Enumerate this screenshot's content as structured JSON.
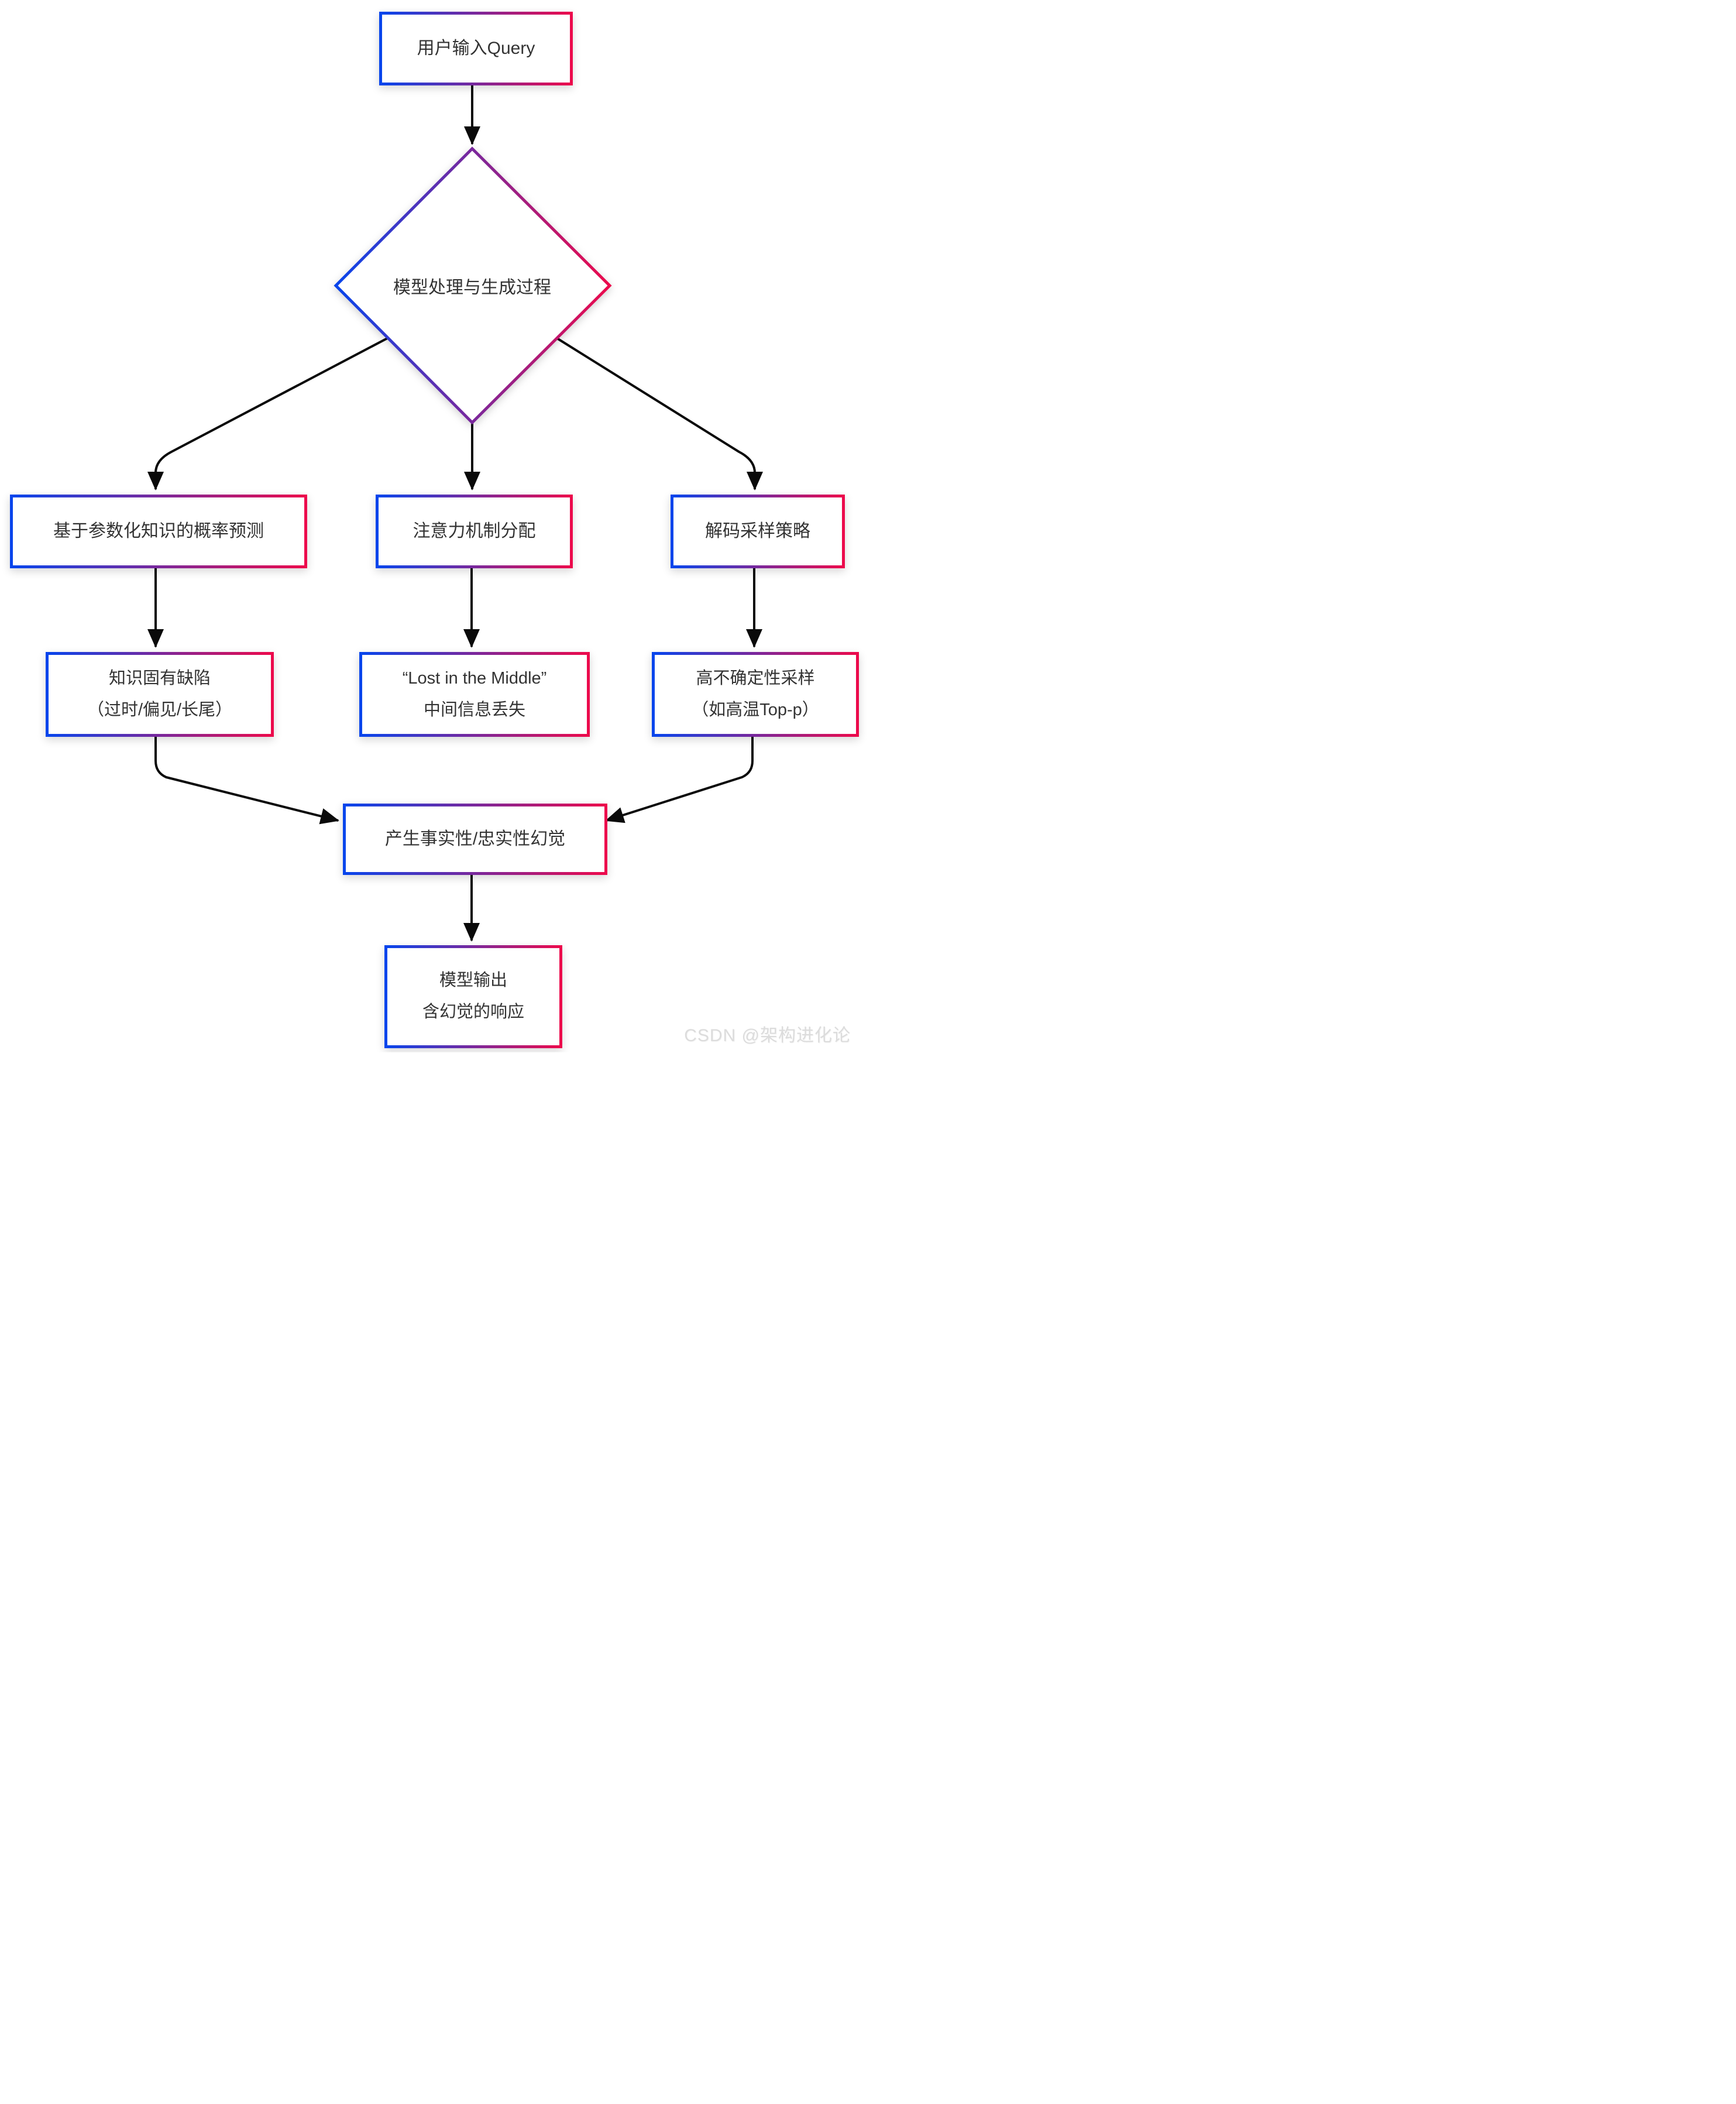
{
  "palette": {
    "gradient_start": "#0845EC",
    "gradient_end": "#EC0A4C",
    "arrow": "#0A0A0A",
    "text": "#333333",
    "node_fill": "#FFFFFF",
    "background": "#FFFFFF",
    "watermark": "#DCDCDC"
  },
  "nodes": {
    "start": {
      "label": "用户输入Query"
    },
    "decision": {
      "label": "模型处理与生成过程"
    },
    "prob": {
      "label": "基于参数化知识的概率预测"
    },
    "attention": {
      "label": "注意力机制分配"
    },
    "decoding": {
      "label": "解码采样策略"
    },
    "knowledge_defect": {
      "line1": "知识固有缺陷",
      "line2": "（过时/偏见/长尾）"
    },
    "lost_middle": {
      "line1": "“Lost in the Middle”",
      "line2": "中间信息丢失"
    },
    "uncertain_sampling": {
      "line1": "高不确定性采样",
      "line2": "（如高温Top-p）"
    },
    "hallucination": {
      "label": "产生事实性/忠实性幻觉"
    },
    "output": {
      "line1": "模型输出",
      "line2": "含幻觉的响应"
    }
  },
  "edges": [
    {
      "from": "start",
      "to": "decision"
    },
    {
      "from": "decision",
      "to": "prob"
    },
    {
      "from": "decision",
      "to": "attention"
    },
    {
      "from": "decision",
      "to": "decoding"
    },
    {
      "from": "prob",
      "to": "knowledge_defect"
    },
    {
      "from": "attention",
      "to": "lost_middle"
    },
    {
      "from": "decoding",
      "to": "uncertain_sampling"
    },
    {
      "from": "knowledge_defect",
      "to": "hallucination"
    },
    {
      "from": "lost_middle",
      "to": "hallucination"
    },
    {
      "from": "uncertain_sampling",
      "to": "hallucination"
    },
    {
      "from": "hallucination",
      "to": "output"
    }
  ],
  "watermark": {
    "text": "CSDN @架构进化论"
  }
}
